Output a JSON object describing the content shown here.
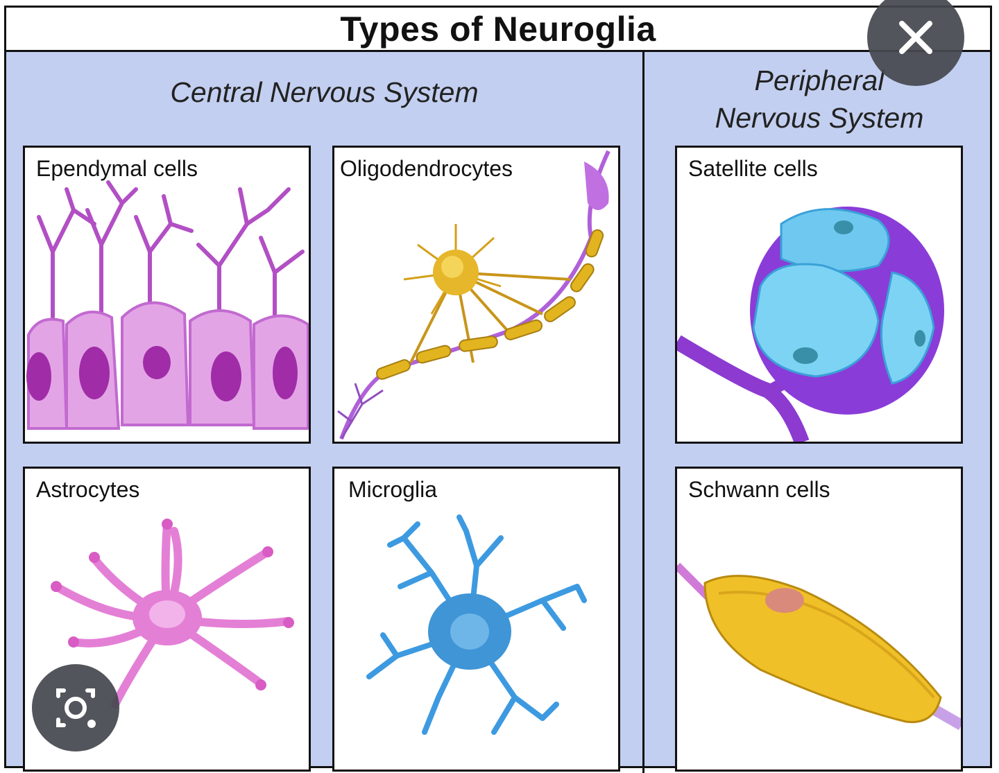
{
  "title": "Types of Neuroglia",
  "sections": {
    "cns": "Central Nervous System",
    "pns_line1": "Peripheral",
    "pns_line2": "Nervous System"
  },
  "cells": {
    "ependymal": "Ependymal cells",
    "oligodendrocytes": "Oligodendrocytes",
    "satellite": "Satellite cells",
    "astrocytes": "Astrocytes",
    "microglia": "Microglia",
    "schwann": "Schwann cells"
  },
  "overlay": {
    "close_icon": "close-icon",
    "lens_icon": "image-search-icon"
  },
  "colors": {
    "background": "#c3cff0",
    "ependymal": "#d07ad8",
    "oligodendrocyte": "#e0b020",
    "satellite": "#7fd0f2",
    "astrocyte": "#e880d8",
    "microglia": "#3a96d8",
    "schwann": "#f0c028"
  }
}
